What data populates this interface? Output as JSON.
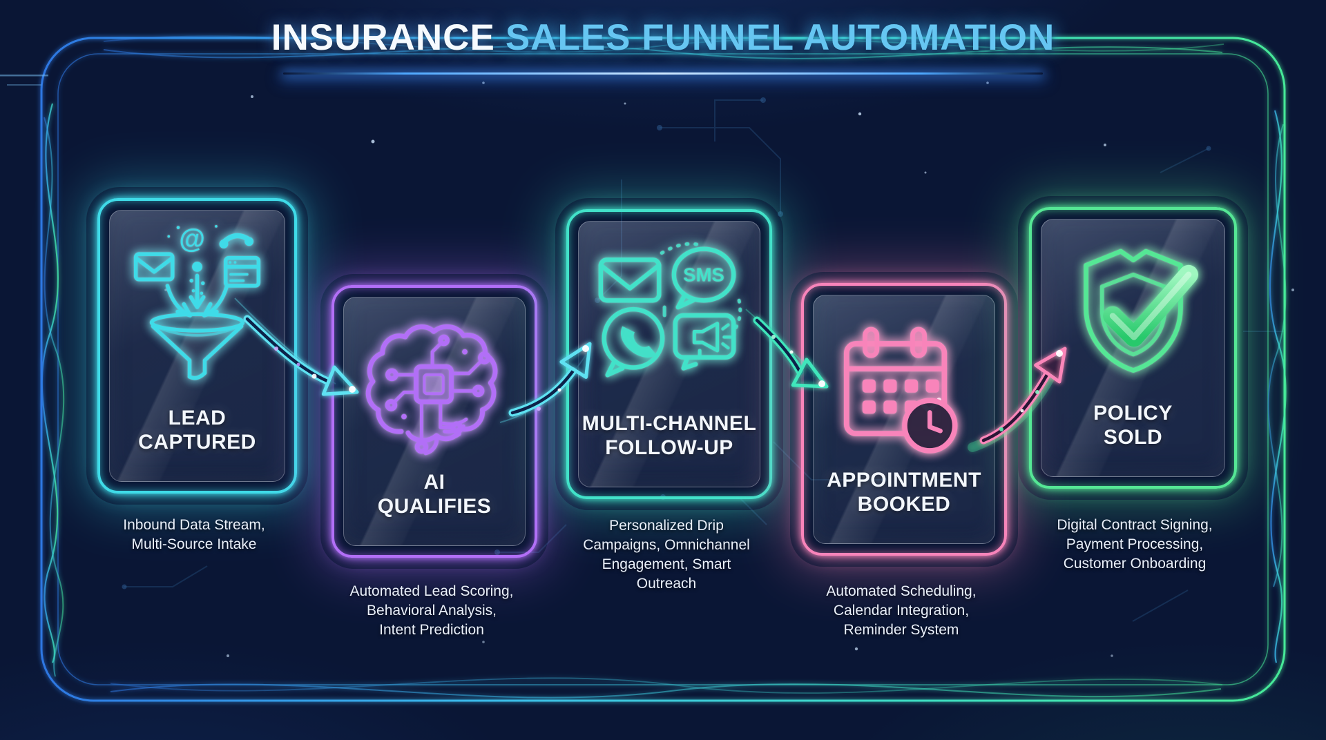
{
  "title": {
    "part1": "INSURANCE",
    "part2": "SALES FUNNEL AUTOMATION"
  },
  "colors": {
    "background": "#0a1635",
    "title_accent": "#66c6f2",
    "underline": "#4ea8ff",
    "frame_left": "#2f7ae8",
    "frame_mid1": "#3cc0f0",
    "frame_mid2": "#3fe4c8",
    "frame_right": "#49f09b",
    "text": "#eaf0fa"
  },
  "stages": [
    {
      "name": "lead-captured",
      "label": "LEAD\nCAPTURED",
      "description": "Inbound Data Stream,\nMulti-Source Intake",
      "color": "#3fdbe8",
      "icon": "funnel-intake-icon"
    },
    {
      "name": "ai-qualifies",
      "label": "AI\nQUALIFIES",
      "description": "Automated Lead Scoring,\nBehavioral Analysis,\nIntent Prediction",
      "color": "#b26ff7",
      "icon": "ai-brain-icon"
    },
    {
      "name": "multi-channel-follow-up",
      "label": "MULTI-CHANNEL\nFOLLOW-UP",
      "description": "Personalized Drip\nCampaigns, Omnichannel\nEngagement, Smart\nOutreach",
      "color": "#42e2c9",
      "icon": "multichannel-comms-icon",
      "icon_text": "SMS"
    },
    {
      "name": "appointment-booked",
      "label": "APPOINTMENT\nBOOKED",
      "description": "Automated Scheduling,\nCalendar Integration,\nReminder System",
      "color": "#f884ba",
      "icon": "calendar-clock-icon"
    },
    {
      "name": "policy-sold",
      "label": "POLICY\nSOLD",
      "description": "Digital Contract Signing,\nPayment Processing,\nCustomer Onboarding",
      "color": "#55e795",
      "icon": "shield-check-icon"
    }
  ],
  "arrows": [
    {
      "name": "arrow-lead-to-ai",
      "direction": "down-right",
      "color": "#5fe2f2"
    },
    {
      "name": "arrow-ai-to-followup",
      "direction": "up-right",
      "color": "#5fe2f2"
    },
    {
      "name": "arrow-followup-to-appointment",
      "direction": "down-right",
      "color": "#41e6bb"
    },
    {
      "name": "arrow-appointment-to-policy",
      "direction": "up-right",
      "color": "#fb86b9",
      "trail_color": "#45e89c"
    }
  ]
}
